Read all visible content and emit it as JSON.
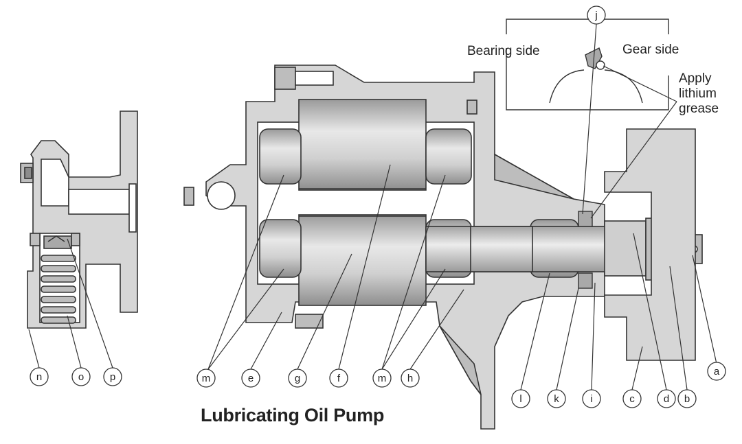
{
  "title": "Lubricating Oil Pump",
  "detail": {
    "bearing_side": "Bearing side",
    "gear_side": "Gear side",
    "grease_note_line1": "Apply",
    "grease_note_line2": "lithium",
    "grease_note_line3": "grease"
  },
  "callouts": {
    "a": "a",
    "b": "b",
    "c": "c",
    "d": "d",
    "e": "e",
    "f": "f",
    "g": "g",
    "h": "h",
    "i": "i",
    "j": "j",
    "k": "k",
    "l": "l",
    "m1": "m",
    "m2": "m",
    "n": "n",
    "o": "o",
    "p": "p"
  },
  "colors": {
    "body_fill": "#d6d6d6",
    "body_dark": "#a9a9a9",
    "line": "#333333",
    "highlight": "#f2f2f2"
  }
}
